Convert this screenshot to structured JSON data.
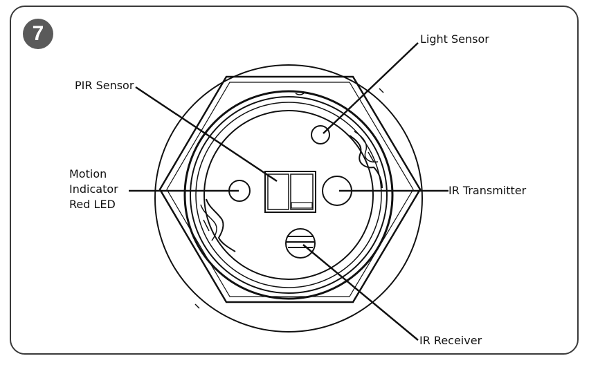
{
  "step_number": "7",
  "labels": {
    "light_sensor": "Light Sensor",
    "pir_sensor": "PIR Sensor",
    "motion_line1": "Motion",
    "motion_line2": "Indicator",
    "motion_line3": "Red LED",
    "ir_transmitter": "IR Transmitter",
    "ir_receiver": "IR Receiver"
  },
  "colors": {
    "stroke": "#111111",
    "badge": "#5a5a5a",
    "frame": "#3a3a3a"
  }
}
